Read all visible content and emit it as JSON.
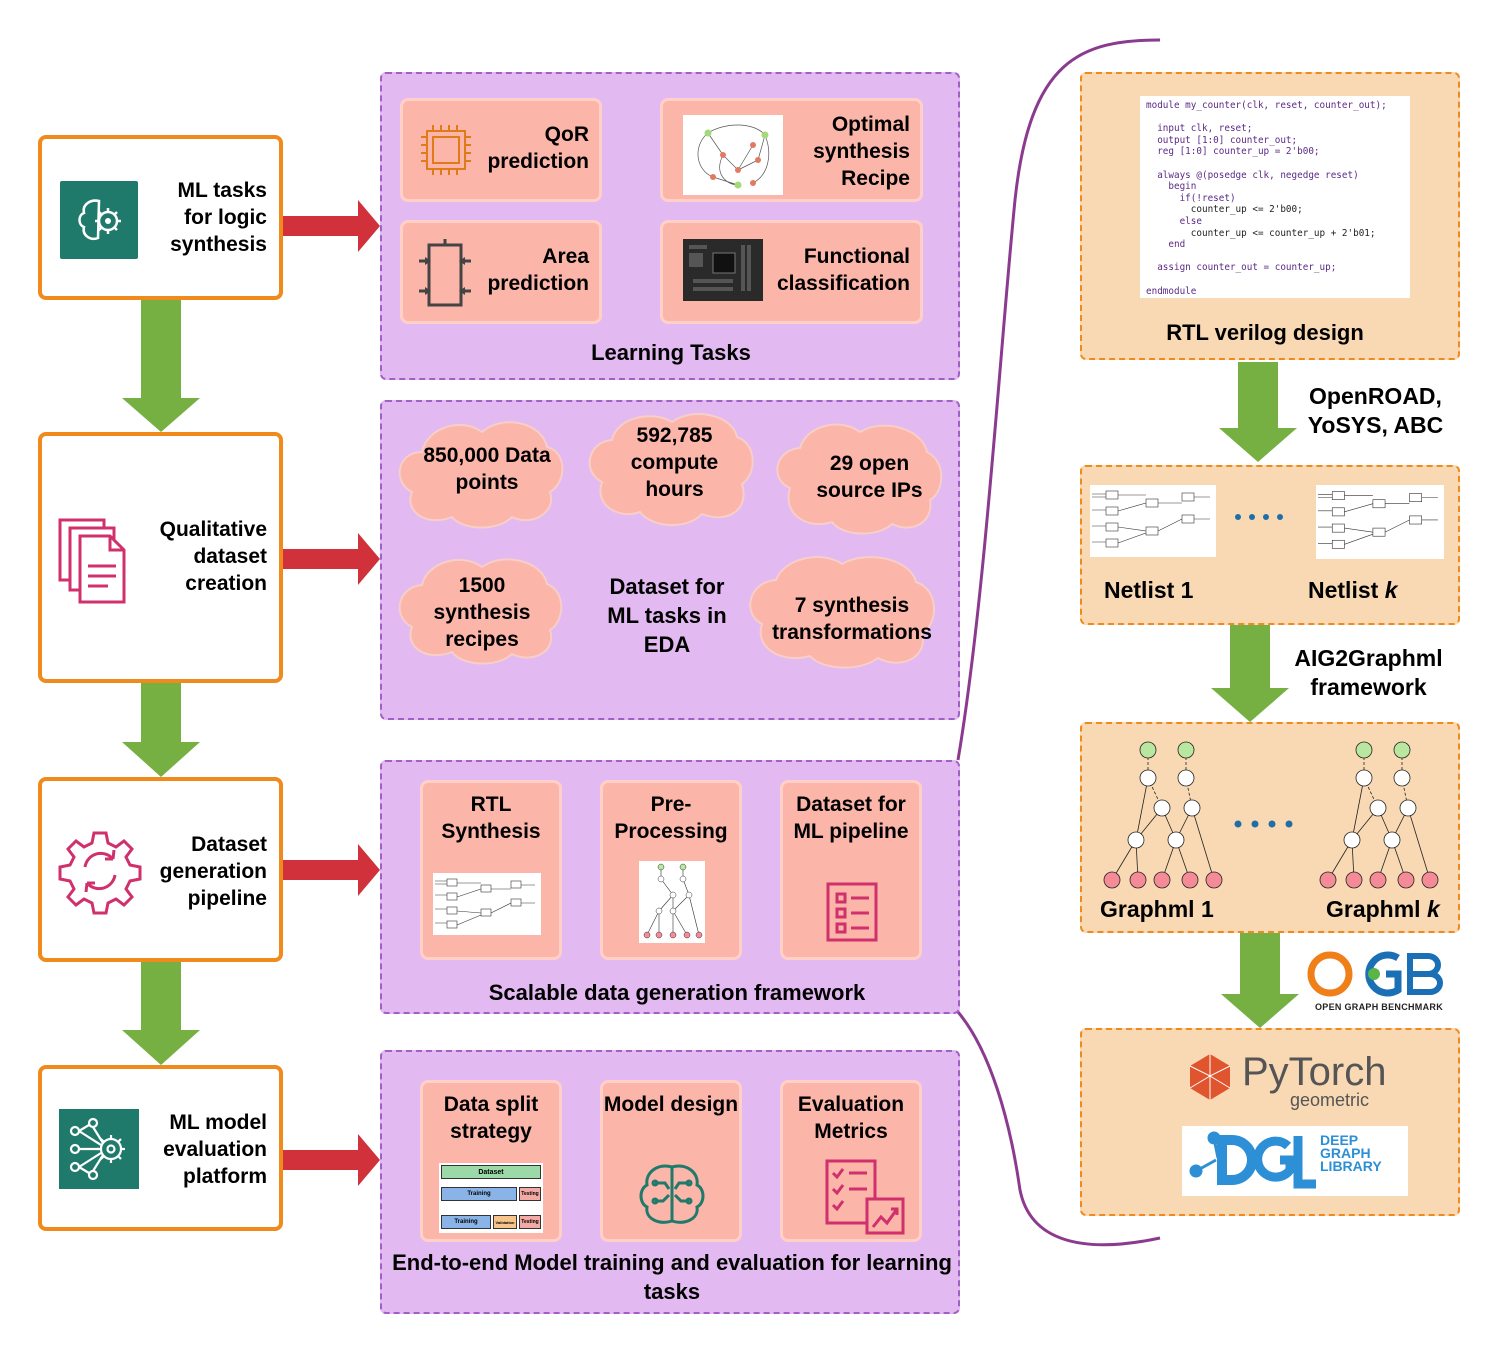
{
  "pipeline_steps": [
    {
      "label": "ML tasks for logic synthesis",
      "icon": "brain-gear-icon"
    },
    {
      "label": "Qualitative dataset creation",
      "icon": "documents-icon"
    },
    {
      "label": "Dataset generation pipeline",
      "icon": "gear-refresh-icon"
    },
    {
      "label": "ML model evaluation platform",
      "icon": "network-gear-icon"
    }
  ],
  "learning_tasks": {
    "caption": "Learning Tasks",
    "cards": [
      "QoR prediction",
      "Optimal synthesis Recipe",
      "Area prediction",
      "Functional classification"
    ]
  },
  "dataset": {
    "center_label": "Dataset for ML tasks in EDA",
    "clouds": [
      "850,000 Data points",
      "592,785 compute hours",
      "29 open source IPs",
      "1500 synthesis recipes",
      "7 synthesis transformations"
    ]
  },
  "framework": {
    "caption": "Scalable data generation framework",
    "stages": [
      "RTL Synthesis",
      "Pre-Processing",
      "Dataset for ML pipeline"
    ]
  },
  "evaluation": {
    "caption": "End-to-end Model training and evaluation for learning tasks",
    "stages": [
      "Data split strategy",
      "Model design",
      "Evaluation Metrics"
    ],
    "split_labels": {
      "dataset": "Dataset",
      "training": "Training",
      "testing": "Testing",
      "validation": "Validation"
    }
  },
  "right_panel": {
    "rtl_caption": "RTL verilog design",
    "tools_label": "OpenROAD, YoSYS, ABC",
    "netlist_1": "Netlist 1",
    "netlist_k_prefix": "Netlist ",
    "netlist_k_var": "k",
    "aig_label": "AIG2Graphml framework",
    "graphml_1": "Graphml 1",
    "graphml_k_prefix": "Graphml ",
    "graphml_k_var": "k",
    "ogb_sub": "OPEN GRAPH BENCHMARK",
    "pytorch": "PyTorch",
    "pytorch_sub": "geometric",
    "dgl_line1": "DEEP",
    "dgl_line2": "GRAPH",
    "dgl_line3": "LIBRARY"
  },
  "verilog_code": [
    "module my_counter(clk, reset, counter_out);",
    "",
    "  input clk, reset;",
    "  output [1:0] counter_out;",
    "  reg [1:0] counter_up = 2'b00;",
    "",
    "  always @(posedge clk, negedge reset)",
    "    begin",
    "      if(!reset)",
    "        counter_up <= 2'b00;",
    "      else",
    "        counter_up <= counter_up + 2'b01;",
    "    end",
    "",
    "  assign counter_out = counter_up;",
    "",
    "endmodule"
  ],
  "colors": {
    "step_border": "#f08a1c",
    "purple_panel": "#e2b9f1",
    "card": "#fbb5a9",
    "tan_panel": "#f8d9b4",
    "green_arrow": "#76b043",
    "red_arrow": "#d0313a",
    "brace": "#8b3a8f"
  }
}
